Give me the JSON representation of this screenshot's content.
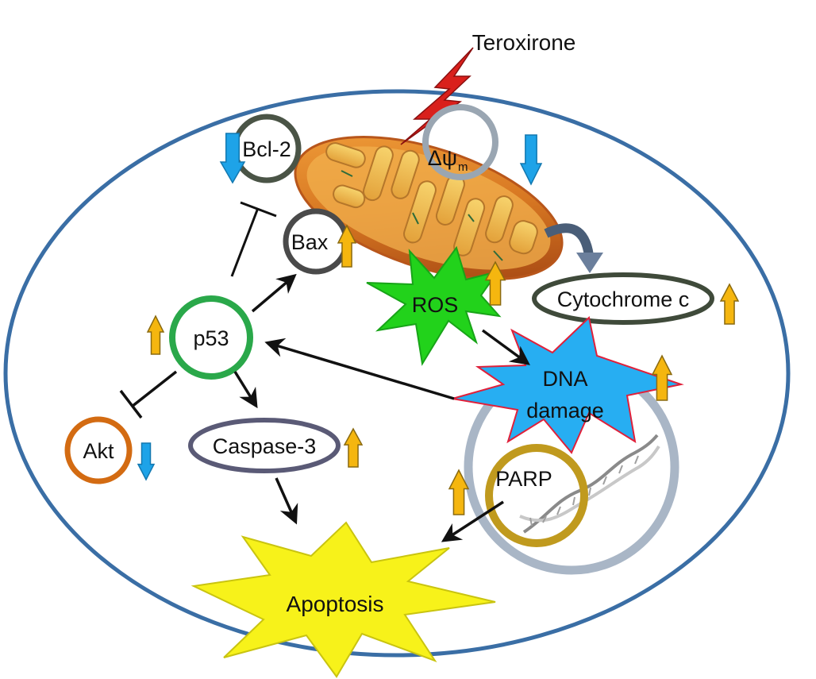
{
  "diagram": {
    "drug": "Teroxirone",
    "nodes": {
      "bcl2": "Bcl-2",
      "bax": "Bax",
      "mmp_symbol": "Δψ",
      "mmp_subscript": "m",
      "ros": "ROS",
      "cytochrome_c": "Cytochrome c",
      "p53": "p53",
      "dna_damage_line1": "DNA",
      "dna_damage_line2": "damage",
      "akt": "Akt",
      "caspase3": "Caspase-3",
      "parp": "PARP",
      "apoptosis": "Apoptosis"
    },
    "regulation": {
      "bcl2": "down",
      "mmp": "down",
      "bax": "up",
      "ros": "up",
      "cytochrome_c": "up",
      "p53": "up",
      "dna_damage": "up",
      "akt": "down",
      "caspase3": "up",
      "parp": "up"
    },
    "colors": {
      "cell_membrane": "#3a6ea5",
      "up_arrow": "#f5b60f",
      "down_arrow": "#1ea3e8",
      "lightning": "#d9201c",
      "ros_burst": "#22d21b",
      "dna_burst": "#27aef2",
      "apoptosis_burst": "#f7f21a",
      "mitochondrion": "#e0892a",
      "p53_ring": "#2aa84a",
      "akt_ring": "#d36b12",
      "parp_ring": "#c09a1e",
      "nucleus_ring": "#a9b6c6"
    }
  }
}
